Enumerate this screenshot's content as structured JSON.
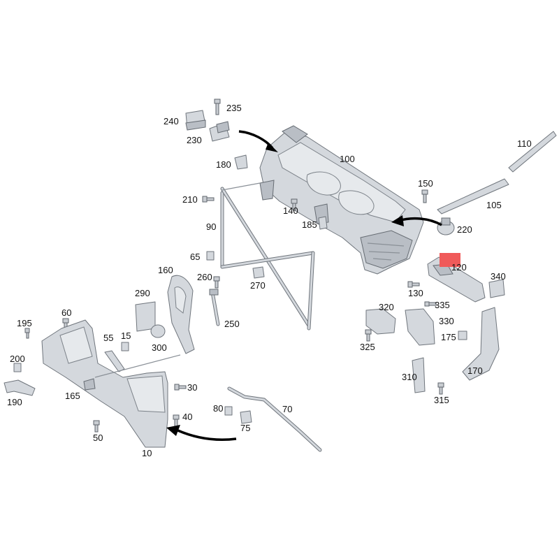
{
  "diagram": {
    "callouts": [
      "235",
      "240",
      "230",
      "100",
      "180",
      "110",
      "150",
      "210",
      "140",
      "105",
      "220",
      "90",
      "185",
      "65",
      "120",
      "160",
      "260",
      "270",
      "340",
      "130",
      "290",
      "335",
      "60",
      "320",
      "195",
      "330",
      "250",
      "15",
      "55",
      "175",
      "300",
      "325",
      "200",
      "170",
      "165",
      "310",
      "190",
      "30",
      "80",
      "70",
      "315",
      "40",
      "75",
      "50",
      "10"
    ]
  },
  "colors": {
    "part_fill": "#d4d8dd",
    "part_stroke": "#6f757c",
    "arrow": "#000000",
    "highlight": "#f05a5a"
  }
}
